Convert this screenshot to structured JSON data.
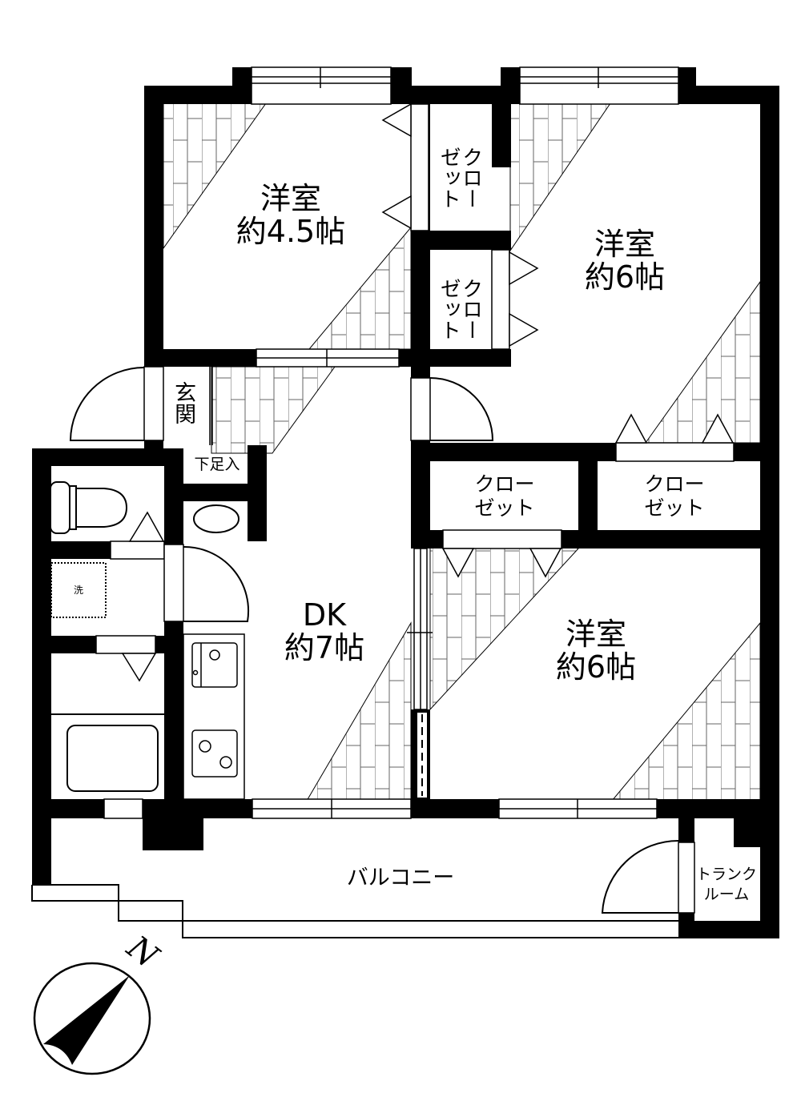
{
  "plan": {
    "type": "3DK floor plan",
    "rooms": [
      {
        "id": "western-room-1",
        "name": "洋室",
        "size": "約4.5帖"
      },
      {
        "id": "western-room-2",
        "name": "洋室",
        "size": "約6帖"
      },
      {
        "id": "western-room-3",
        "name": "洋室",
        "size": "約6帖"
      },
      {
        "id": "dining-kitchen",
        "name": "DK",
        "size": "約7帖"
      }
    ],
    "closets": [
      {
        "id": "closet-1",
        "label": "クローゼット"
      },
      {
        "id": "closet-2",
        "label": "クローゼット"
      },
      {
        "id": "closet-3",
        "label": "クローゼット"
      },
      {
        "id": "closet-4",
        "label": "クローゼット"
      }
    ],
    "closet_label_lines": [
      "クロー",
      "ゼット"
    ],
    "entrance": "玄関",
    "shoe_storage": "下足入",
    "washer": "洗",
    "balcony": "バルコニー",
    "trunk_room": {
      "line1": "トランク",
      "line2": "ルーム"
    },
    "north_mark": "N"
  },
  "colors": {
    "wall": "#000000",
    "background": "#ffffff",
    "floor_pattern_line": "#555555"
  }
}
